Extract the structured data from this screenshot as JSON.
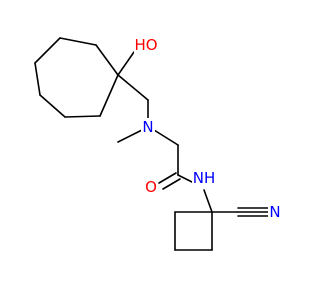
{
  "molecule": {
    "atom_colors": {
      "oxygen": "#ff0000",
      "nitrogen": "#0000ff",
      "carbon": "#000000"
    },
    "labels": {
      "hydroxyl": "HO",
      "amine_nitrogen": "N",
      "carbonyl_oxygen": "O",
      "amide_nh": "NH",
      "nitrile_nitrogen": "N"
    }
  }
}
